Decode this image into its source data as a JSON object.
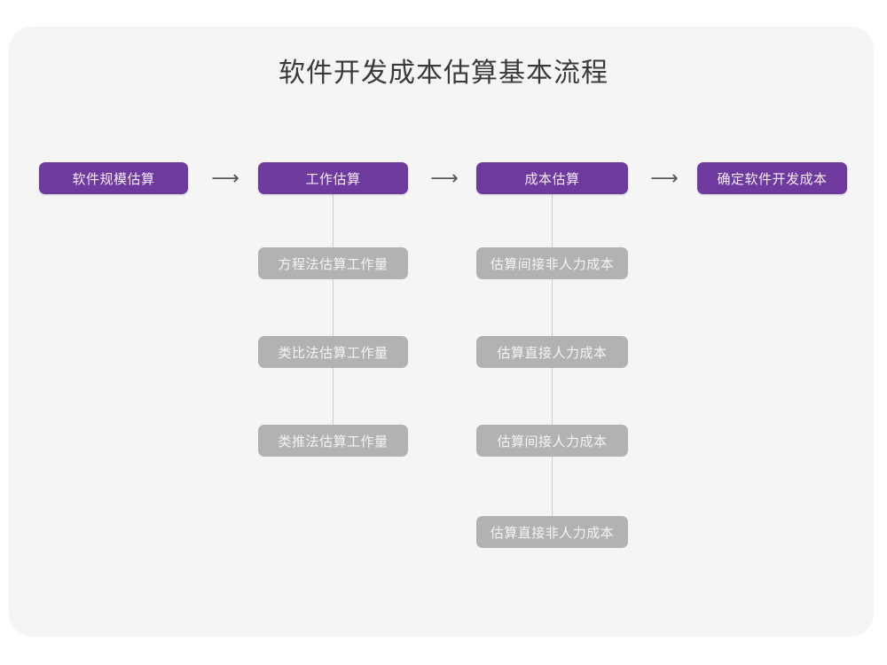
{
  "title": "软件开发成本估算基本流程",
  "colors": {
    "canvas_background": "#f5f5f5",
    "page_background": "#ffffff",
    "primary_node": "#6f3a9e",
    "primary_node_text": "#f2ecf7",
    "secondary_node": "#b2b2b2",
    "secondary_node_text": "#f4f4f4",
    "connector_line": "#cccccc",
    "arrow": "#555555",
    "title_text": "#3a3a3a"
  },
  "chart_data": {
    "type": "diagram",
    "title": "软件开发成本估算基本流程",
    "orientation": "left-to-right with vertical sub-branches",
    "main_steps": [
      "软件规模估算",
      "工作估算",
      "成本估算",
      "确定软件开发成本"
    ],
    "branches": [
      {
        "parent": "工作估算",
        "children": [
          "方程法估算工作量",
          "类比法估算工作量",
          "类推法估算工作量"
        ]
      },
      {
        "parent": "成本估算",
        "children": [
          "估算间接非人力成本",
          "估算直接人力成本",
          "估算间接人力成本",
          "估算直接非人力成本"
        ]
      }
    ]
  },
  "flow": {
    "main_nodes": [
      {
        "label": "软件规模估算"
      },
      {
        "label": "工作估算"
      },
      {
        "label": "成本估算"
      },
      {
        "label": "确定软件开发成本"
      }
    ],
    "arrows": [
      {
        "glyph": "⟶"
      },
      {
        "glyph": "⟶"
      },
      {
        "glyph": "⟶"
      }
    ],
    "work_branch": [
      {
        "label": "方程法估算工作量"
      },
      {
        "label": "类比法估算工作量"
      },
      {
        "label": "类推法估算工作量"
      }
    ],
    "cost_branch": [
      {
        "label": "估算间接非人力成本"
      },
      {
        "label": "估算直接人力成本"
      },
      {
        "label": "估算间接人力成本"
      },
      {
        "label": "估算直接非人力成本"
      }
    ]
  }
}
